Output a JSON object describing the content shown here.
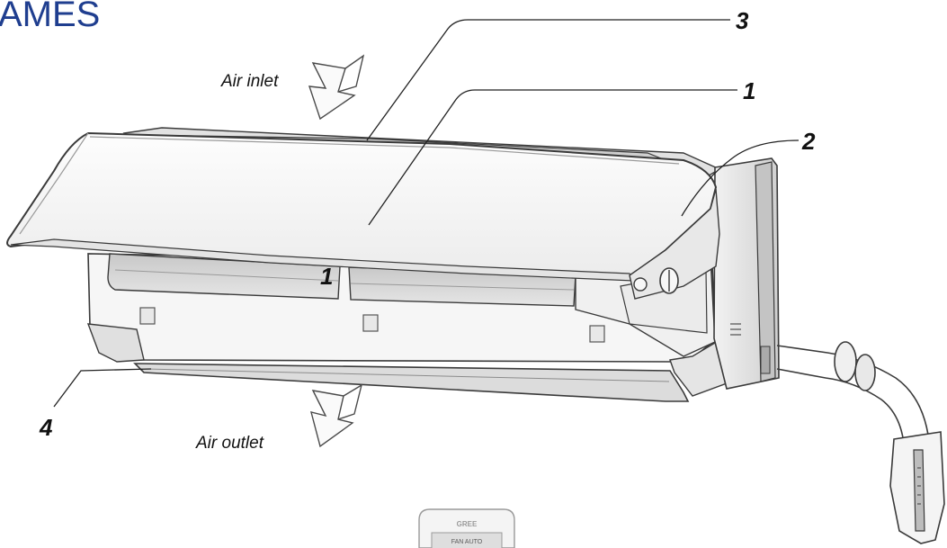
{
  "page": {
    "section_title": "AMES"
  },
  "flow_labels": {
    "air_inlet": "Air inlet",
    "air_outlet": "Air outlet"
  },
  "callouts": {
    "front_panel": "1",
    "front_panel_inner": "1",
    "display_cover": "2",
    "top_grille": "3",
    "louver": "4"
  },
  "remote": {
    "brand": "GREE",
    "screen_text": "FAN AUTO"
  },
  "colors": {
    "title": "#1f3e8f",
    "outline": "#3a3a3a",
    "unit_fill": "#f4f4f4",
    "shade": "#d4d4d4",
    "dark_shade": "#b9b9b9"
  },
  "icons": {
    "air_inlet_arrow": "down-arrow-icon",
    "air_outlet_arrow": "down-arrow-icon"
  }
}
